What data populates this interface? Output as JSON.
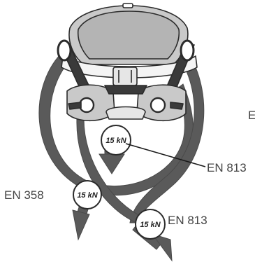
{
  "labels": {
    "en813_upper": "EN 813",
    "en358": "EN 358",
    "en813_lower": "EN 813",
    "cropped_e": "E"
  },
  "loads": {
    "front": "15 kN",
    "left": "15 kN",
    "right": "15 kN"
  },
  "colors": {
    "arrow": "#5a5a5a",
    "harness_fill": "#c9c9c9",
    "harness_line": "#2b2b2b",
    "text": "#444444"
  }
}
